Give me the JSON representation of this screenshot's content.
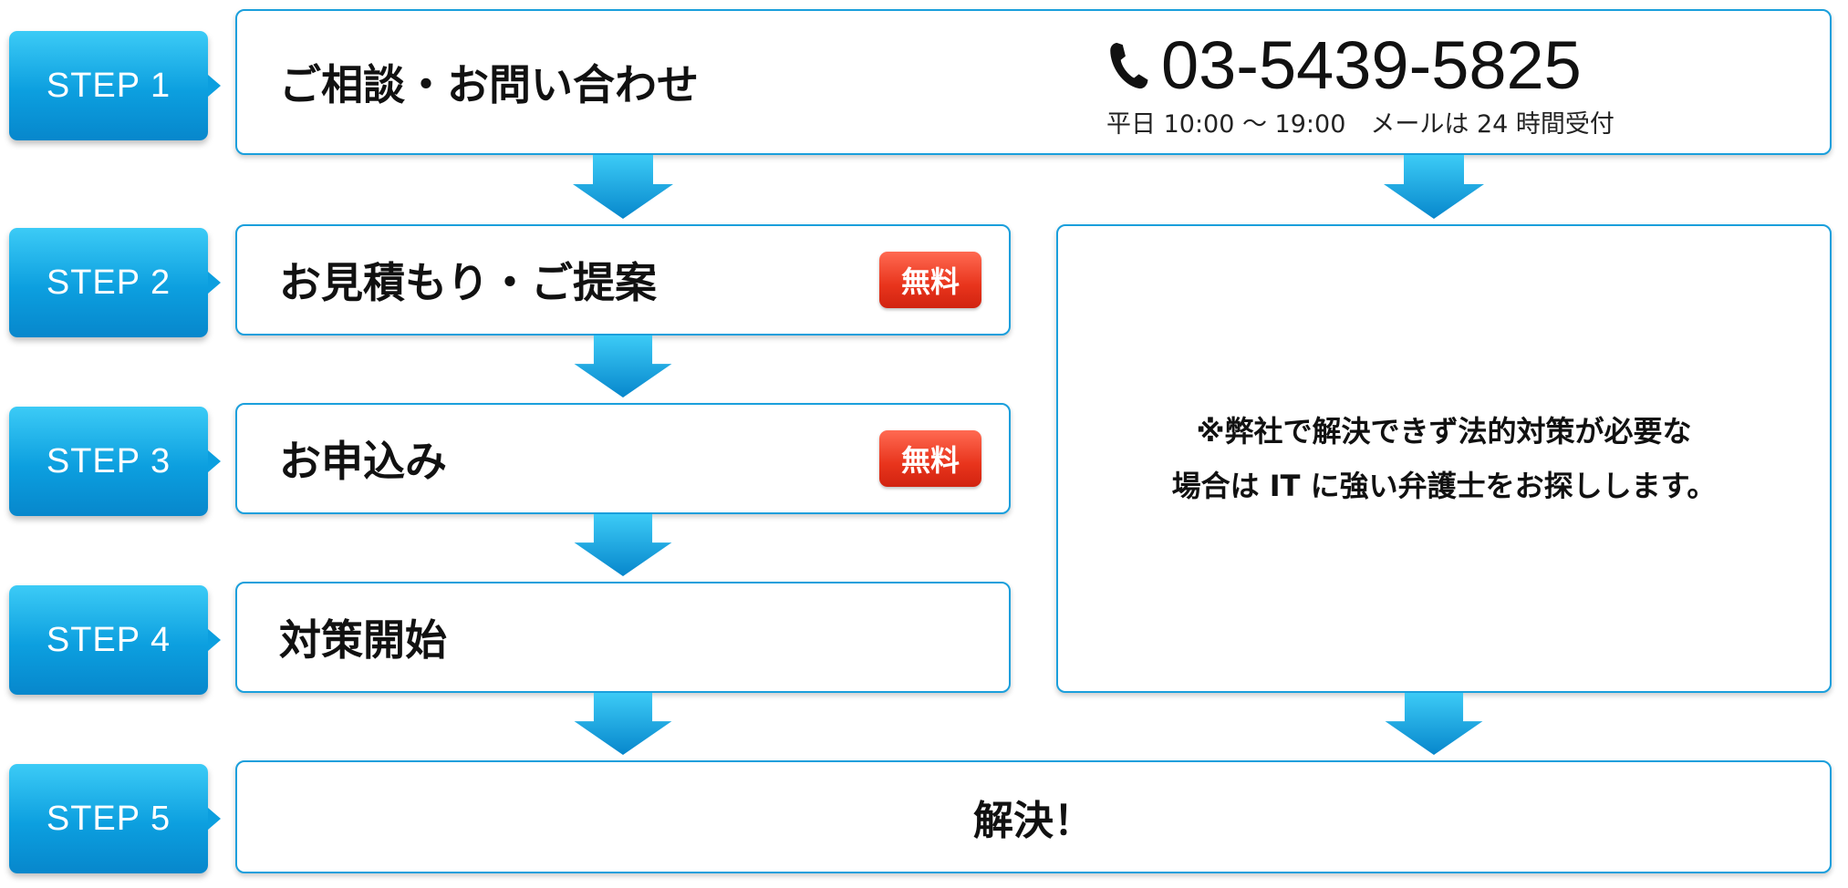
{
  "steps": [
    {
      "label": "STEP 1",
      "title": "ご相談・お問い合わせ"
    },
    {
      "label": "STEP 2",
      "title": "お見積もり・ご提案",
      "badge": "無料"
    },
    {
      "label": "STEP 3",
      "title": "お申込み",
      "badge": "無料"
    },
    {
      "label": "STEP 4",
      "title": "対策開始"
    },
    {
      "label": "STEP 5",
      "title": "解決！"
    }
  ],
  "contact": {
    "phone": "03-5439-5825",
    "hours": "平日 10:00 ～ 19:00　メールは 24 時間受付"
  },
  "note": {
    "line1": "※弊社で解決できず法的対策が必要な",
    "line2": "場合は IT に強い弁護士をお探しします。"
  },
  "colors": {
    "accent": "#1a9fdc",
    "badge": "#e8341c"
  },
  "icons": {
    "phone": "phone-icon",
    "arrow": "arrow-down-icon"
  }
}
